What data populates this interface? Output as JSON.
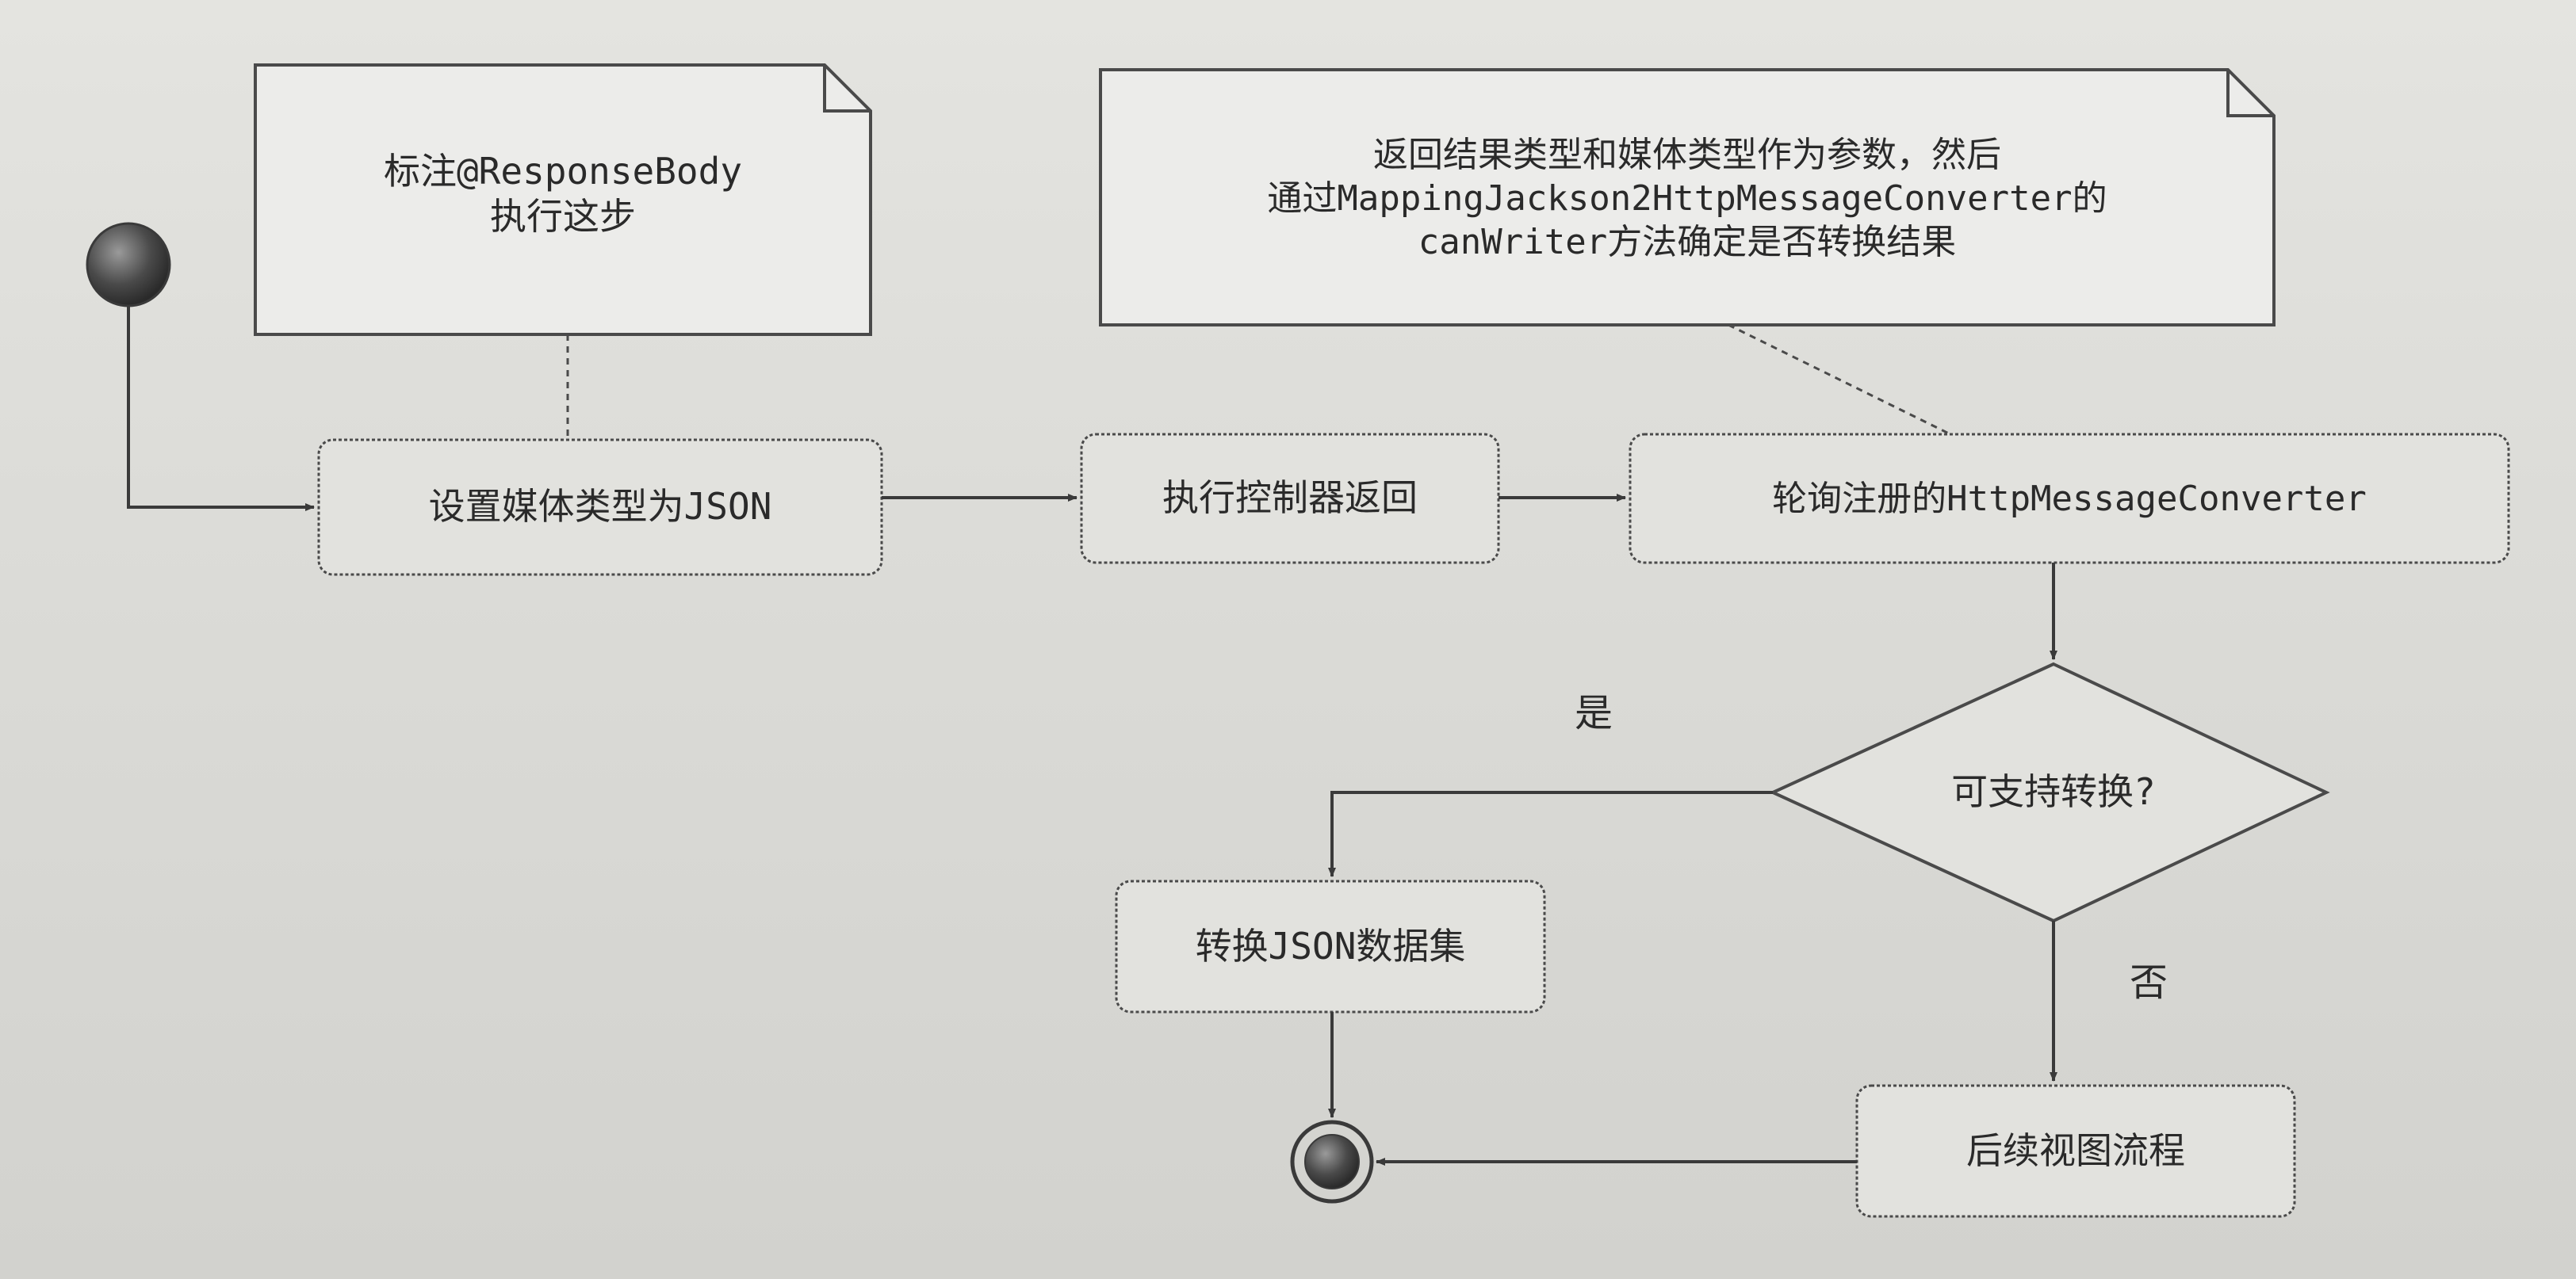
{
  "diagram": {
    "notes": {
      "response_body": "标注@ResponseBody\n执行这步",
      "converter": "返回结果类型和媒体类型作为参数，然后\n通过MappingJackson2HttpMessageConverter的\ncanWriter方法确定是否转换结果"
    },
    "nodes": {
      "set_media_type": "设置媒体类型为JSON",
      "exec_controller": "执行控制器返回",
      "poll_converters": "轮询注册的HttpMessageConverter",
      "decision": "可支持转换?",
      "convert_json": "转换JSON数据集",
      "view_flow": "后续视图流程"
    },
    "edge_labels": {
      "yes": "是",
      "no": "否"
    },
    "colors": {
      "node_fill": "#e2e2de",
      "stroke": "#4a4a4a",
      "start_fill": "#5a5a5a",
      "note_fill": "#ececea"
    }
  }
}
